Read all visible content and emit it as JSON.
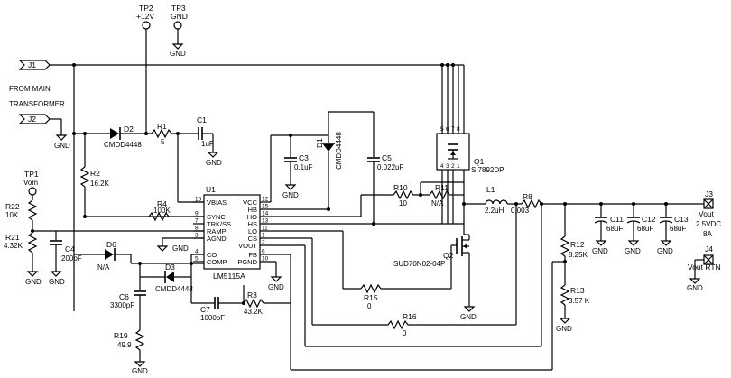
{
  "connectors": {
    "j1": "J1",
    "j2": "J2",
    "j3": "J3",
    "j4": "J4",
    "from_main": "FROM MAIN",
    "transformer": "TRANSFORMER",
    "vout": "Vout",
    "vout_rtn": "Vout RTN"
  },
  "testpoints": {
    "tp1": "TP1",
    "tp1_name": "Vom",
    "tp2": "TP2",
    "tp2_name": "+12V",
    "tp3": "TP3",
    "tp3_name": "GND"
  },
  "ground": "GND",
  "ic": {
    "ref": "U1",
    "part": "LM5115A",
    "left_pins": [
      {
        "num": "16",
        "name": "VBIAS"
      },
      {
        "num": "9",
        "name": "SYNC"
      },
      {
        "num": "7",
        "name": "TRK/SS"
      },
      {
        "num": "8",
        "name": "RAMP"
      },
      {
        "num": "3",
        "name": "AGND"
      },
      {
        "num": "4",
        "name": "CO"
      },
      {
        "num": "5",
        "name": "COMP"
      }
    ],
    "right_pins": [
      {
        "num": "12",
        "name": "VCC"
      },
      {
        "num": "15",
        "name": "HB"
      },
      {
        "num": "14",
        "name": "HO"
      },
      {
        "num": "13",
        "name": "HS"
      },
      {
        "num": "11",
        "name": "LO"
      },
      {
        "num": "1",
        "name": "CS"
      },
      {
        "num": "2",
        "name": "VOUT"
      },
      {
        "num": "6",
        "name": "FB"
      },
      {
        "num": "10",
        "name": "PGND"
      }
    ]
  },
  "components": {
    "d2": "D2",
    "d2_part": "CMDD4448",
    "r1": "R1",
    "r1_val": "5",
    "c1": "C1",
    "c1_val": "1uF",
    "r2": "R2",
    "r2_val": "16.2K",
    "r4": "R4",
    "r4_val": "100K",
    "r22": "R22",
    "r22_val": "10K",
    "r21": "R21",
    "r21_val": "4.32K",
    "c4": "C4",
    "c4_val": "200pF",
    "d6": "D6",
    "d6_val": "N/A",
    "d3": "D3",
    "d3_part": "CMDD4448",
    "c6": "C6",
    "c6_val": "3300pF",
    "r19": "R19",
    "r19_val": "49.9",
    "c7": "C7",
    "c7_val": "1000pF",
    "r3": "R3",
    "r3_val": "43.2K",
    "c3": "C3",
    "c3_val": "0.1uF",
    "d1": "D1",
    "d1_part": "CMDD4448",
    "c5": "C5",
    "c5_val": "0.022uF",
    "q1": "Q1",
    "q1_part": "SI7892DP",
    "q1_pins_top": [
      "5",
      "6",
      "7",
      "8"
    ],
    "q1_pins_bottom": [
      "4",
      "3",
      "2",
      "1"
    ],
    "r10": "R10",
    "r10_val": "10",
    "r11": "R11",
    "r11_val": "N/A",
    "l1": "L1",
    "l1_val": "2.2uH",
    "r8": "R8",
    "r8_val": "0.003",
    "q2": "Q2",
    "q2_part": "SUD70N02-04P",
    "r15": "R15",
    "r15_val": "0",
    "r16": "R16",
    "r16_val": "0",
    "r12": "R12",
    "r12_val": "8.25K",
    "r13": "R13",
    "r13_val": "3.57 K",
    "c11": "C11",
    "c11_val": "68uF",
    "c12": "C12",
    "c12_val": "68uF",
    "c13": "C13",
    "c13_val": "68uF",
    "vout_voltage": "2.5VDC",
    "vout_current": "8A"
  }
}
